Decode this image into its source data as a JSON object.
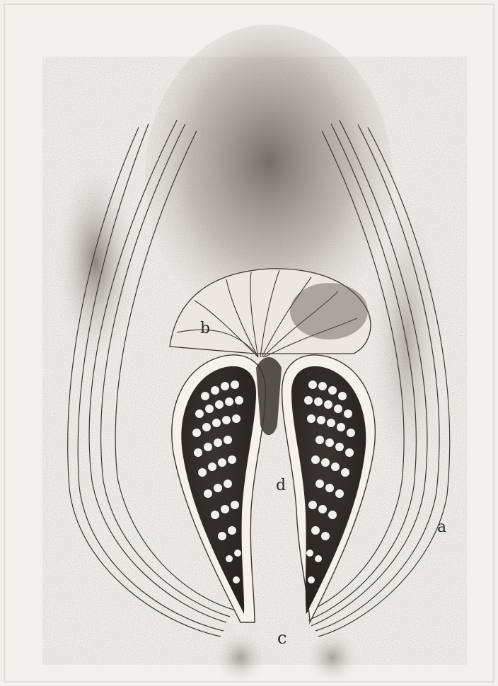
{
  "figure": {
    "labels": {
      "a": "a",
      "b": "b",
      "c": "c",
      "d": "d"
    },
    "colors": {
      "paper": "#f3f1ec",
      "ink": "#2c2a26",
      "stipple": "#4a4640",
      "dark_fill": "#2f2b27"
    }
  }
}
